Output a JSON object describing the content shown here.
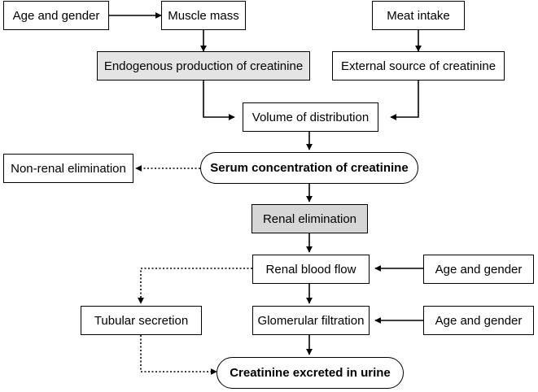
{
  "nodes": {
    "age_gender_top": "Age and gender",
    "muscle_mass": "Muscle mass",
    "meat_intake": "Meat intake",
    "endogenous": "Endogenous production of creatinine",
    "external_source": "External source of creatinine",
    "volume_distribution": "Volume of distribution",
    "non_renal": "Non-renal elimination",
    "serum_concentration": "Serum concentration of creatinine",
    "renal_elimination": "Renal elimination",
    "renal_blood_flow": "Renal blood flow",
    "age_gender_rbf": "Age and gender",
    "tubular_secretion": "Tubular secretion",
    "glomerular_filtration": "Glomerular filtration",
    "age_gender_gf": "Age and gender",
    "creatinine_urine": "Creatinine excreted in urine"
  },
  "colors": {
    "shaded_box": "#e4e4e4",
    "shaded_box_dark": "#d6d6d6",
    "line": "#000000"
  }
}
